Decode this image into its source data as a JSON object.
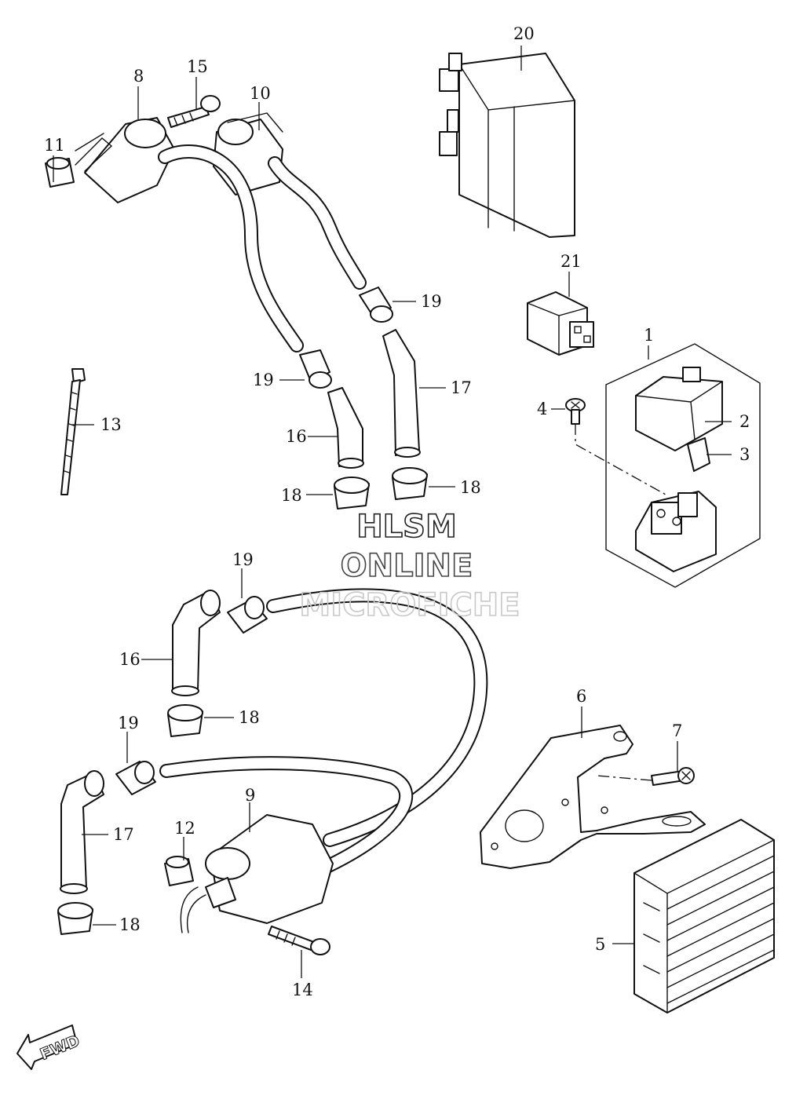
{
  "diagram": {
    "callouts": {
      "c1": "1",
      "c2": "2",
      "c3": "3",
      "c4": "4",
      "c5": "5",
      "c6": "6",
      "c7": "7",
      "c8": "8",
      "c9": "9",
      "c10": "10",
      "c11": "11",
      "c12": "12",
      "c13": "13",
      "c14": "14",
      "c15": "15",
      "c16a": "16",
      "c16b": "16",
      "c17a": "17",
      "c17b": "17",
      "c18a": "18",
      "c18b": "18",
      "c18c": "18",
      "c18d": "18",
      "c19a": "19",
      "c19b": "19",
      "c19c": "19",
      "c19d": "19",
      "c20": "20",
      "c21": "21"
    },
    "watermark": {
      "line1": "HLSM",
      "line2": "ONLINE",
      "line3": "MICROFICHE"
    },
    "fwd_label": "FWD"
  },
  "colors": {
    "ink": "#111111",
    "paper": "#ffffff",
    "watermark": "#c8c8c8"
  }
}
